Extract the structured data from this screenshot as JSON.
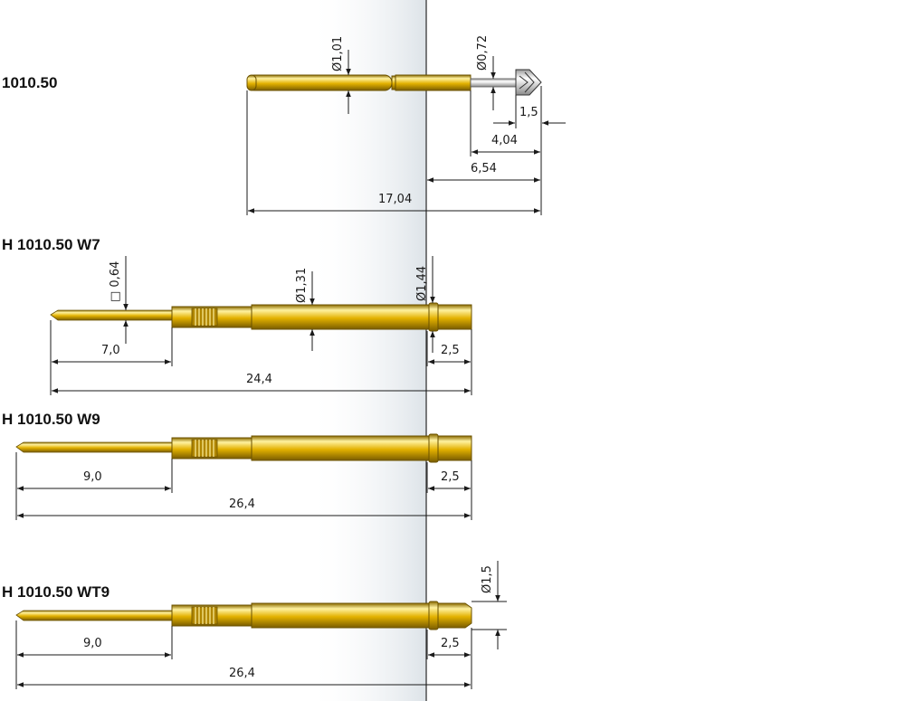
{
  "colors": {
    "gold_light": "#fff2a0",
    "gold_mid": "#e3b100",
    "gold_dark": "#8a6a00",
    "band_gray": "#dde3e8",
    "divider": "#505050"
  },
  "probes": [
    {
      "title": "1010.50",
      "dims": {
        "dia_body": "Ø1,01",
        "dia_tip": "Ø0,72",
        "tip_len": "1,5",
        "plunger": "4,04",
        "stroke": "6,54",
        "total": "17,04"
      }
    },
    {
      "title": "H 1010.50 W7",
      "dims": {
        "square": "□ 0,64",
        "dia_body": "Ø1,31",
        "dia_collar": "Ø1,44",
        "wire": "7,0",
        "collar": "2,5",
        "total": "24,4"
      }
    },
    {
      "title": "H 1010.50 W9",
      "dims": {
        "wire": "9,0",
        "collar": "2,5",
        "total": "26,4"
      }
    },
    {
      "title": "H 1010.50 WT9",
      "dims": {
        "dia_collar": "Ø1,5",
        "wire": "9,0",
        "collar": "2,5",
        "total": "26,4"
      }
    }
  ]
}
